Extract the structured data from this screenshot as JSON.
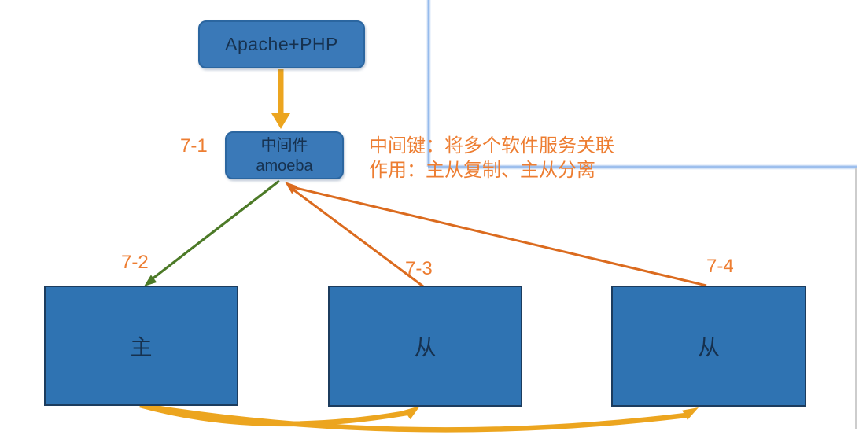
{
  "diagram": {
    "nodes": {
      "apache": {
        "label": "Apache+PHP"
      },
      "middleware": {
        "line1": "中间件",
        "line2": "amoeba"
      },
      "master": {
        "label": "主"
      },
      "slave1": {
        "label": "从"
      },
      "slave2": {
        "label": "从"
      }
    },
    "labels": {
      "l71": "7-1",
      "l72": "7-2",
      "l73": "7-3",
      "l74": "7-4"
    },
    "annotation": {
      "line1": "中间键：将多个软件服务关联",
      "line2": "作用：主从复制、主从分离"
    },
    "arrows": [
      {
        "from": "apache",
        "to": "middleware",
        "color_name": "gold",
        "style": "thick-straight"
      },
      {
        "from": "middleware",
        "to": "master",
        "color_name": "green",
        "style": "thin-straight"
      },
      {
        "from": "slave1",
        "to": "middleware",
        "color_name": "orange",
        "style": "thin-straight"
      },
      {
        "from": "slave2",
        "to": "middleware",
        "color_name": "orange",
        "style": "thin-straight"
      },
      {
        "from": "master",
        "to": "slave1",
        "color_name": "gold",
        "style": "thick-curved"
      },
      {
        "from": "master",
        "to": "slave2",
        "color_name": "gold",
        "style": "thick-curved"
      }
    ],
    "colors": {
      "node_fill_light": "#3A79B8",
      "node_border_light": "#2B66A0",
      "node_fill_dark": "#2F73B2",
      "node_border_dark": "#1C3C5E",
      "node_text": "#16314F",
      "orange_text": "#ED7D31",
      "orange_arrow": "#DB6B1F",
      "green_arrow": "#4C7A27",
      "gold_arrow": "#ECA51F"
    }
  }
}
